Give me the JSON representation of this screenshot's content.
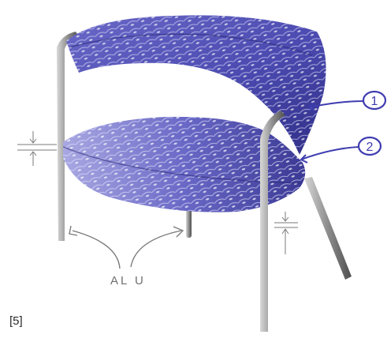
{
  "figure": {
    "label": "[5]",
    "callouts": [
      {
        "number": "1"
      },
      {
        "number": "2"
      }
    ],
    "material_note": "AL U"
  },
  "colors": {
    "shell": "#4d4cb3",
    "shell_dark": "#2b2a7a",
    "shell_light": "#b9b8e8",
    "leg": "#8a8a8a",
    "ink": "#3e3cb0",
    "pencil": "#6f6f6f"
  }
}
